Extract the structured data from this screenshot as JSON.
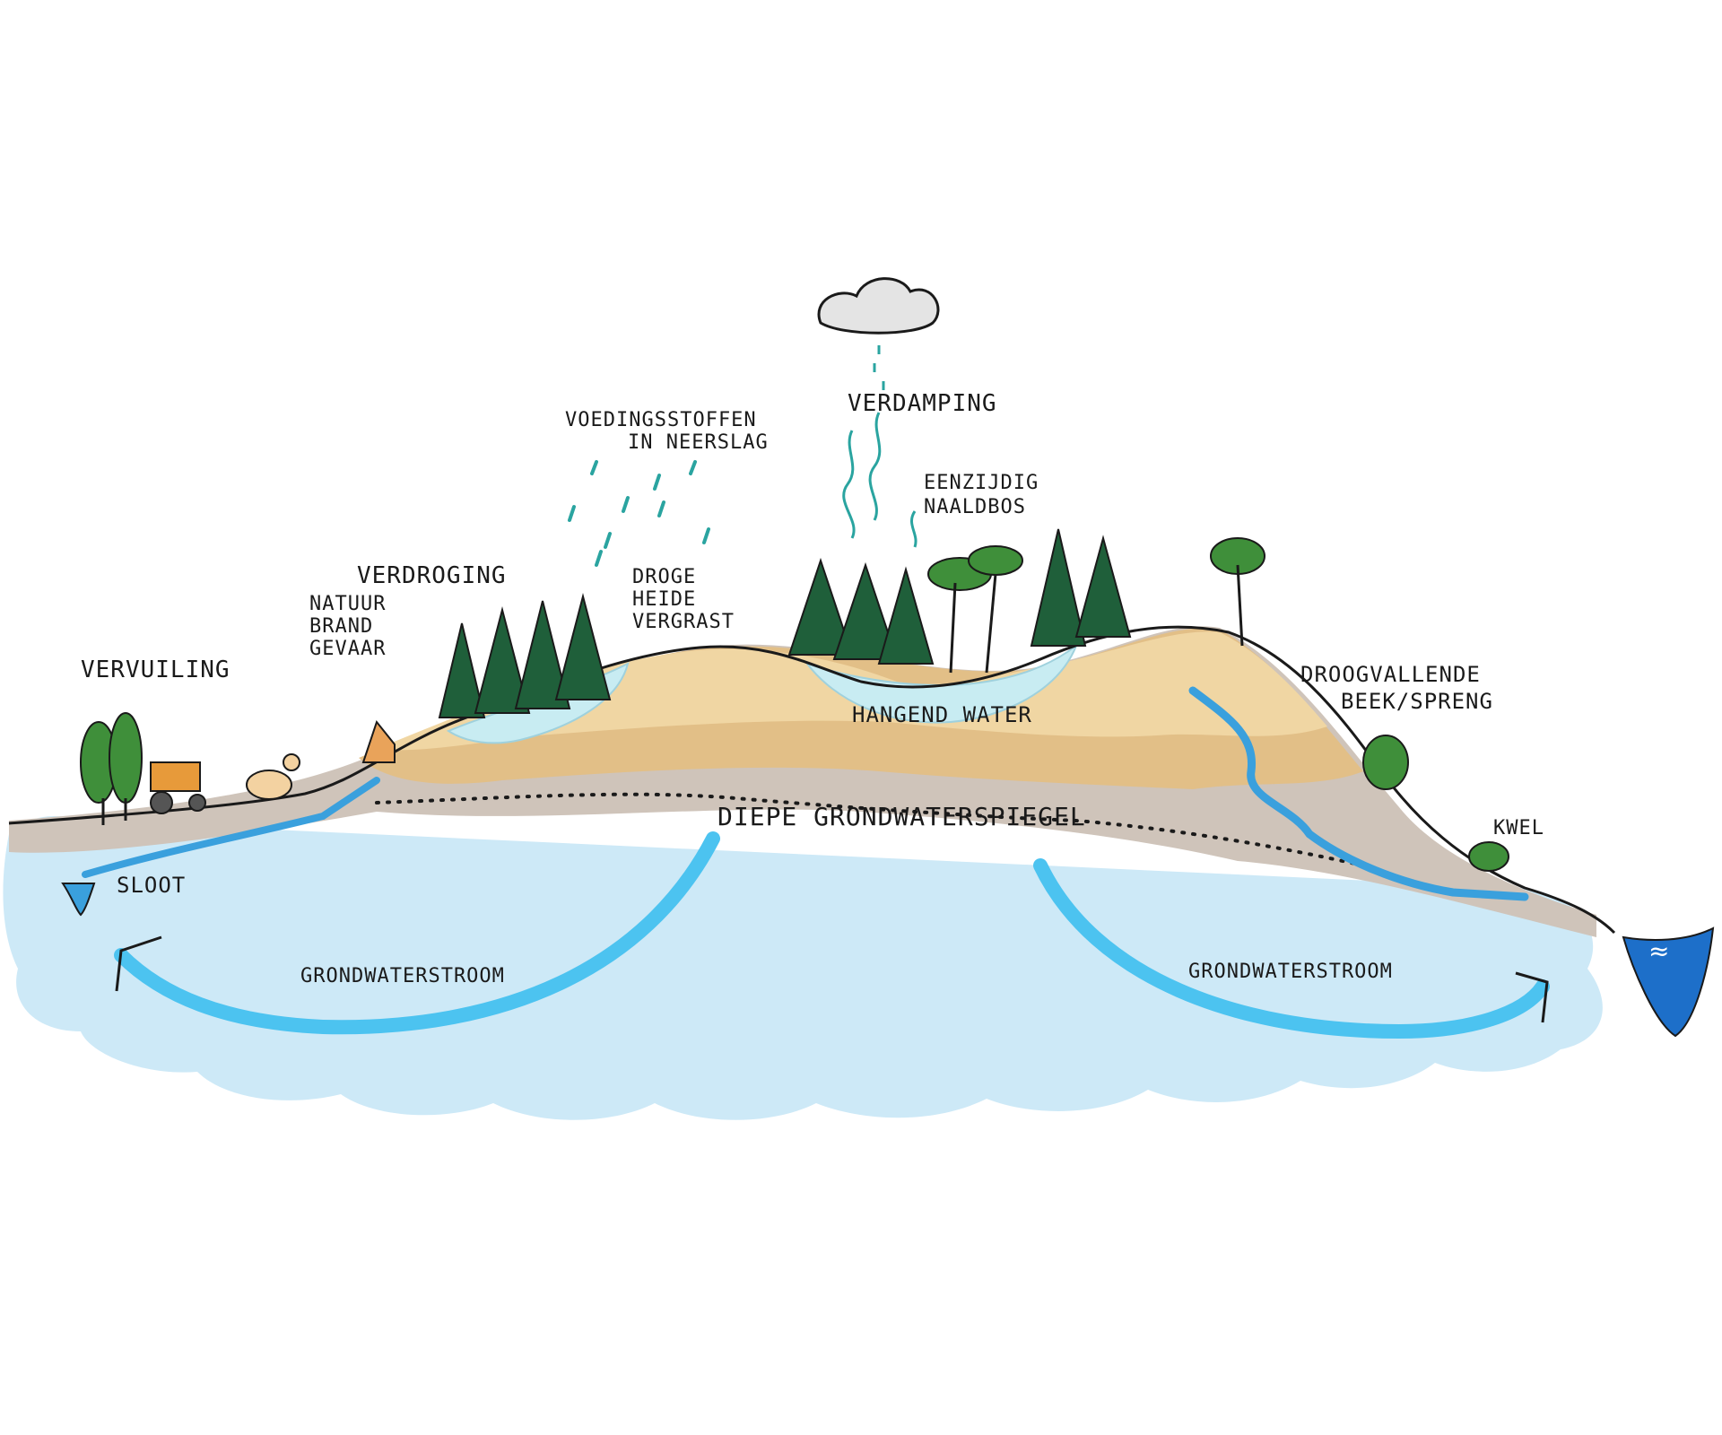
{
  "labels": {
    "vervuiling": "VERVUILING",
    "natuurbrandgevaar_1": "NATUUR",
    "natuurbrandgevaar_2": "BRAND",
    "natuurbrandgevaar_3": "GEVAAR",
    "verdroging": "VERDROGING",
    "voedingsstoffen_1": "VOEDINGSSTOFFEN",
    "voedingsstoffen_2": "IN NEERSLAG",
    "droge_heide_1": "DROGE",
    "droge_heide_2": "HEIDE",
    "droge_heide_3": "VERGRAST",
    "verdamping": "VERDAMPING",
    "naaldbos_1": "EENZIJDIG",
    "naaldbos_2": "NAALDBOS",
    "hangend_water": "HANGEND WATER",
    "droogvallende_1": "DROOGVALLENDE",
    "droogvallende_2": "BEEK/SPRENG",
    "kwel": "KWEL",
    "diepe_grondwaterspiegel": "DIEPE GRONDWATERSPIEGEL",
    "sloot": "SLOOT",
    "grondwaterstroom_left": "GRONDWATERSTROOM",
    "grondwaterstroom_right": "GRONDWATERSTROOM"
  },
  "colors": {
    "groundwater": "#cde9f7",
    "groundwater_edge": "#bfe2f5",
    "sand_light": "#f0d9a8",
    "sand": "#e8c58c",
    "sand_dark": "#d9ae6c",
    "clay": "#cfc3b8",
    "grey_soil": "#c9c2bb",
    "hanging_water": "#c8ecf2",
    "stream": "#3aa0dd",
    "flow_arrow": "#4cc3f0",
    "tree_dark": "#1f5f3a",
    "tree_green": "#3f8f3a",
    "cloud": "#e4e4e4",
    "tractor": "#e79a3a"
  },
  "icons": [
    "cloud-icon",
    "rain-icon",
    "evaporation-icon",
    "tree-icon",
    "tractor-icon",
    "chicken-icon",
    "barn-icon",
    "wave-icon"
  ]
}
